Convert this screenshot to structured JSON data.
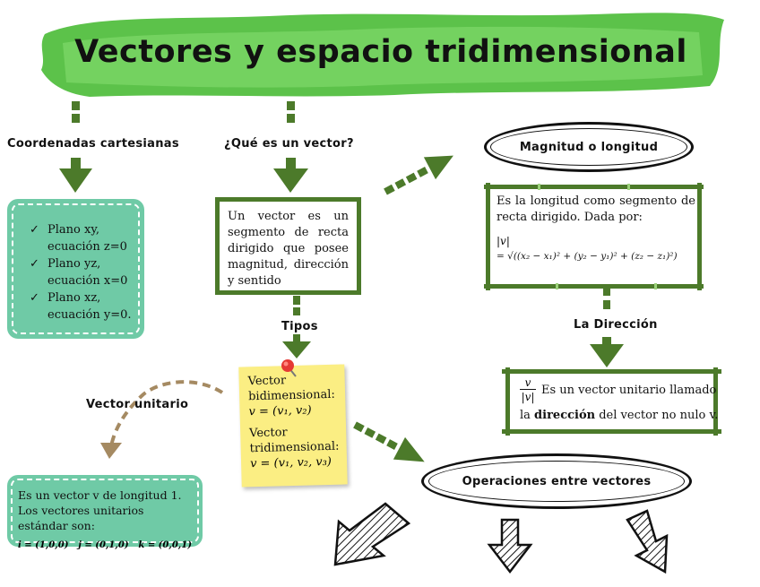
{
  "title": "Vectores y espacio tridimensional",
  "labels": {
    "coordenadas": "Coordenadas cartesianas",
    "que_es": "¿Qué es un vector?",
    "tipos": "Tipos",
    "direccion": "La Dirección",
    "vector_unitario": "Vector unitario"
  },
  "coordenadas_list": [
    {
      "line1": "Plano xy,",
      "line2": "ecuación z=0"
    },
    {
      "line1": "Plano yz,",
      "line2": "ecuación x=0"
    },
    {
      "line1": "Plano xz,",
      "line2": "ecuación y=0."
    }
  ],
  "vector_def": "Un vector es un segmento de recta dirigido que posee magnitud, dirección y sentido",
  "magnitud": {
    "oval": "Magnitud o longitud",
    "text": "Es la longitud como segmento de recta dirigido. Dada por:",
    "norm": "|v|",
    "formula": "= √((x₂ − x₁)² + (y₂ − y₁)² + (z₂ − z₁)²)"
  },
  "direccion_box": {
    "frac_num": "v",
    "frac_den": "|v|",
    "text1": "Es un vector unitario llamado",
    "text2_pre": "la ",
    "text2_bold": "dirección",
    "text2_post": " del vector no nulo v."
  },
  "tipos_note": {
    "a_label": "Vector bidimensional:",
    "a_formula": "v = (v₁, v₂)",
    "b_label": "Vector tridimensional:",
    "b_formula": "v = (v₁, v₂, v₃)"
  },
  "unitario_box": {
    "text": "Es un vector v de longitud 1. Los vectores unitarios estándar son:",
    "i": "i = (1,0,0)",
    "j": "j = (0,1,0)",
    "k": "k = (0,0,1)"
  },
  "operaciones": "Operaciones entre vectores",
  "colors": {
    "green": "#4c7a2a",
    "teal": "#6fcaa6",
    "banner": "#5cc24a",
    "sticky": "#fbee83"
  }
}
